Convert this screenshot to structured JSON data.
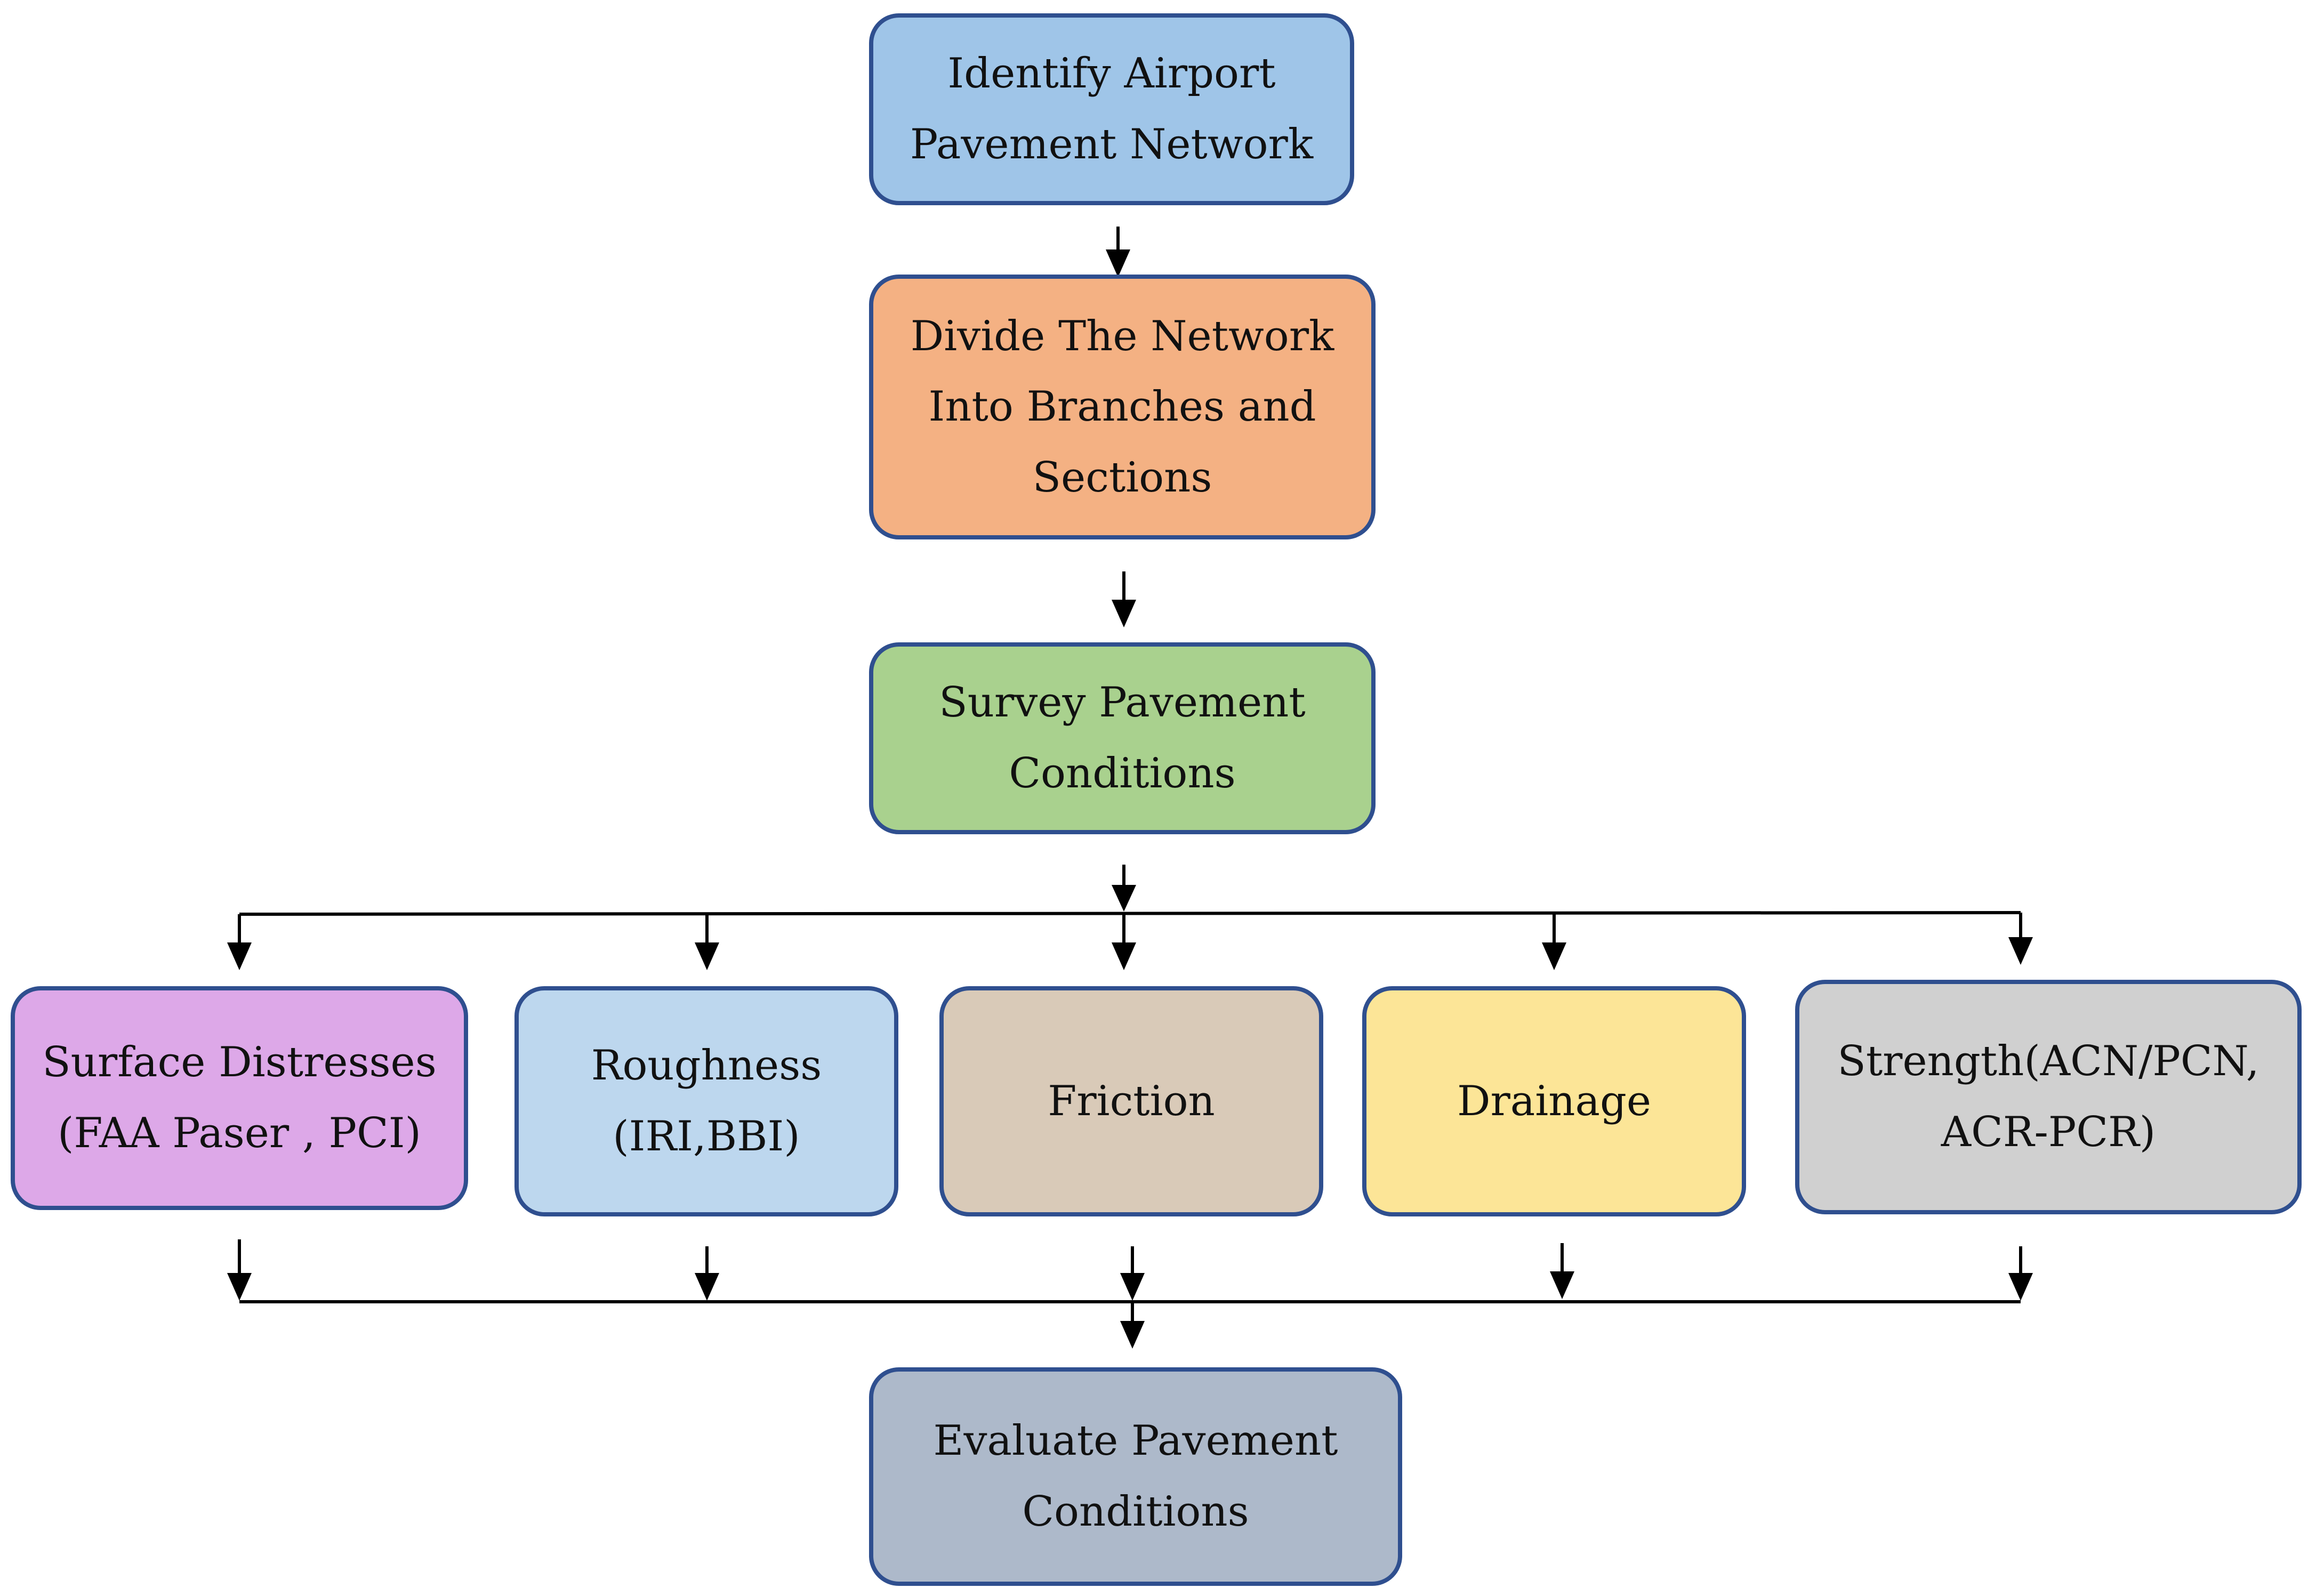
{
  "nodes": {
    "identify": {
      "label": "Identify Airport\nPavement Network",
      "color": "#9fc5e8"
    },
    "divide": {
      "label": "Divide The Network\nInto Branches and\nSections",
      "color": "#f4b183"
    },
    "survey": {
      "label": "Survey Pavement\nConditions",
      "color": "#a9d18e"
    },
    "surface": {
      "label": "Surface  Distresses\n(FAA Paser , PCI)",
      "color": "#dda8e8"
    },
    "roughness": {
      "label": "Roughness\n(IRI,BBI)",
      "color": "#bdd7ee"
    },
    "friction": {
      "label": "Friction",
      "color": "#d9cab8"
    },
    "drainage": {
      "label": "Drainage",
      "color": "#fce597"
    },
    "strength": {
      "label": "Strength(ACN/PCN,\nACR-PCR)",
      "color": "#d0d0d0"
    },
    "evaluate": {
      "label": "Evaluate Pavement\nConditions",
      "color": "#adb9ca"
    }
  },
  "style": {
    "border_color": "#2f4f8f",
    "line_color": "#000000"
  }
}
